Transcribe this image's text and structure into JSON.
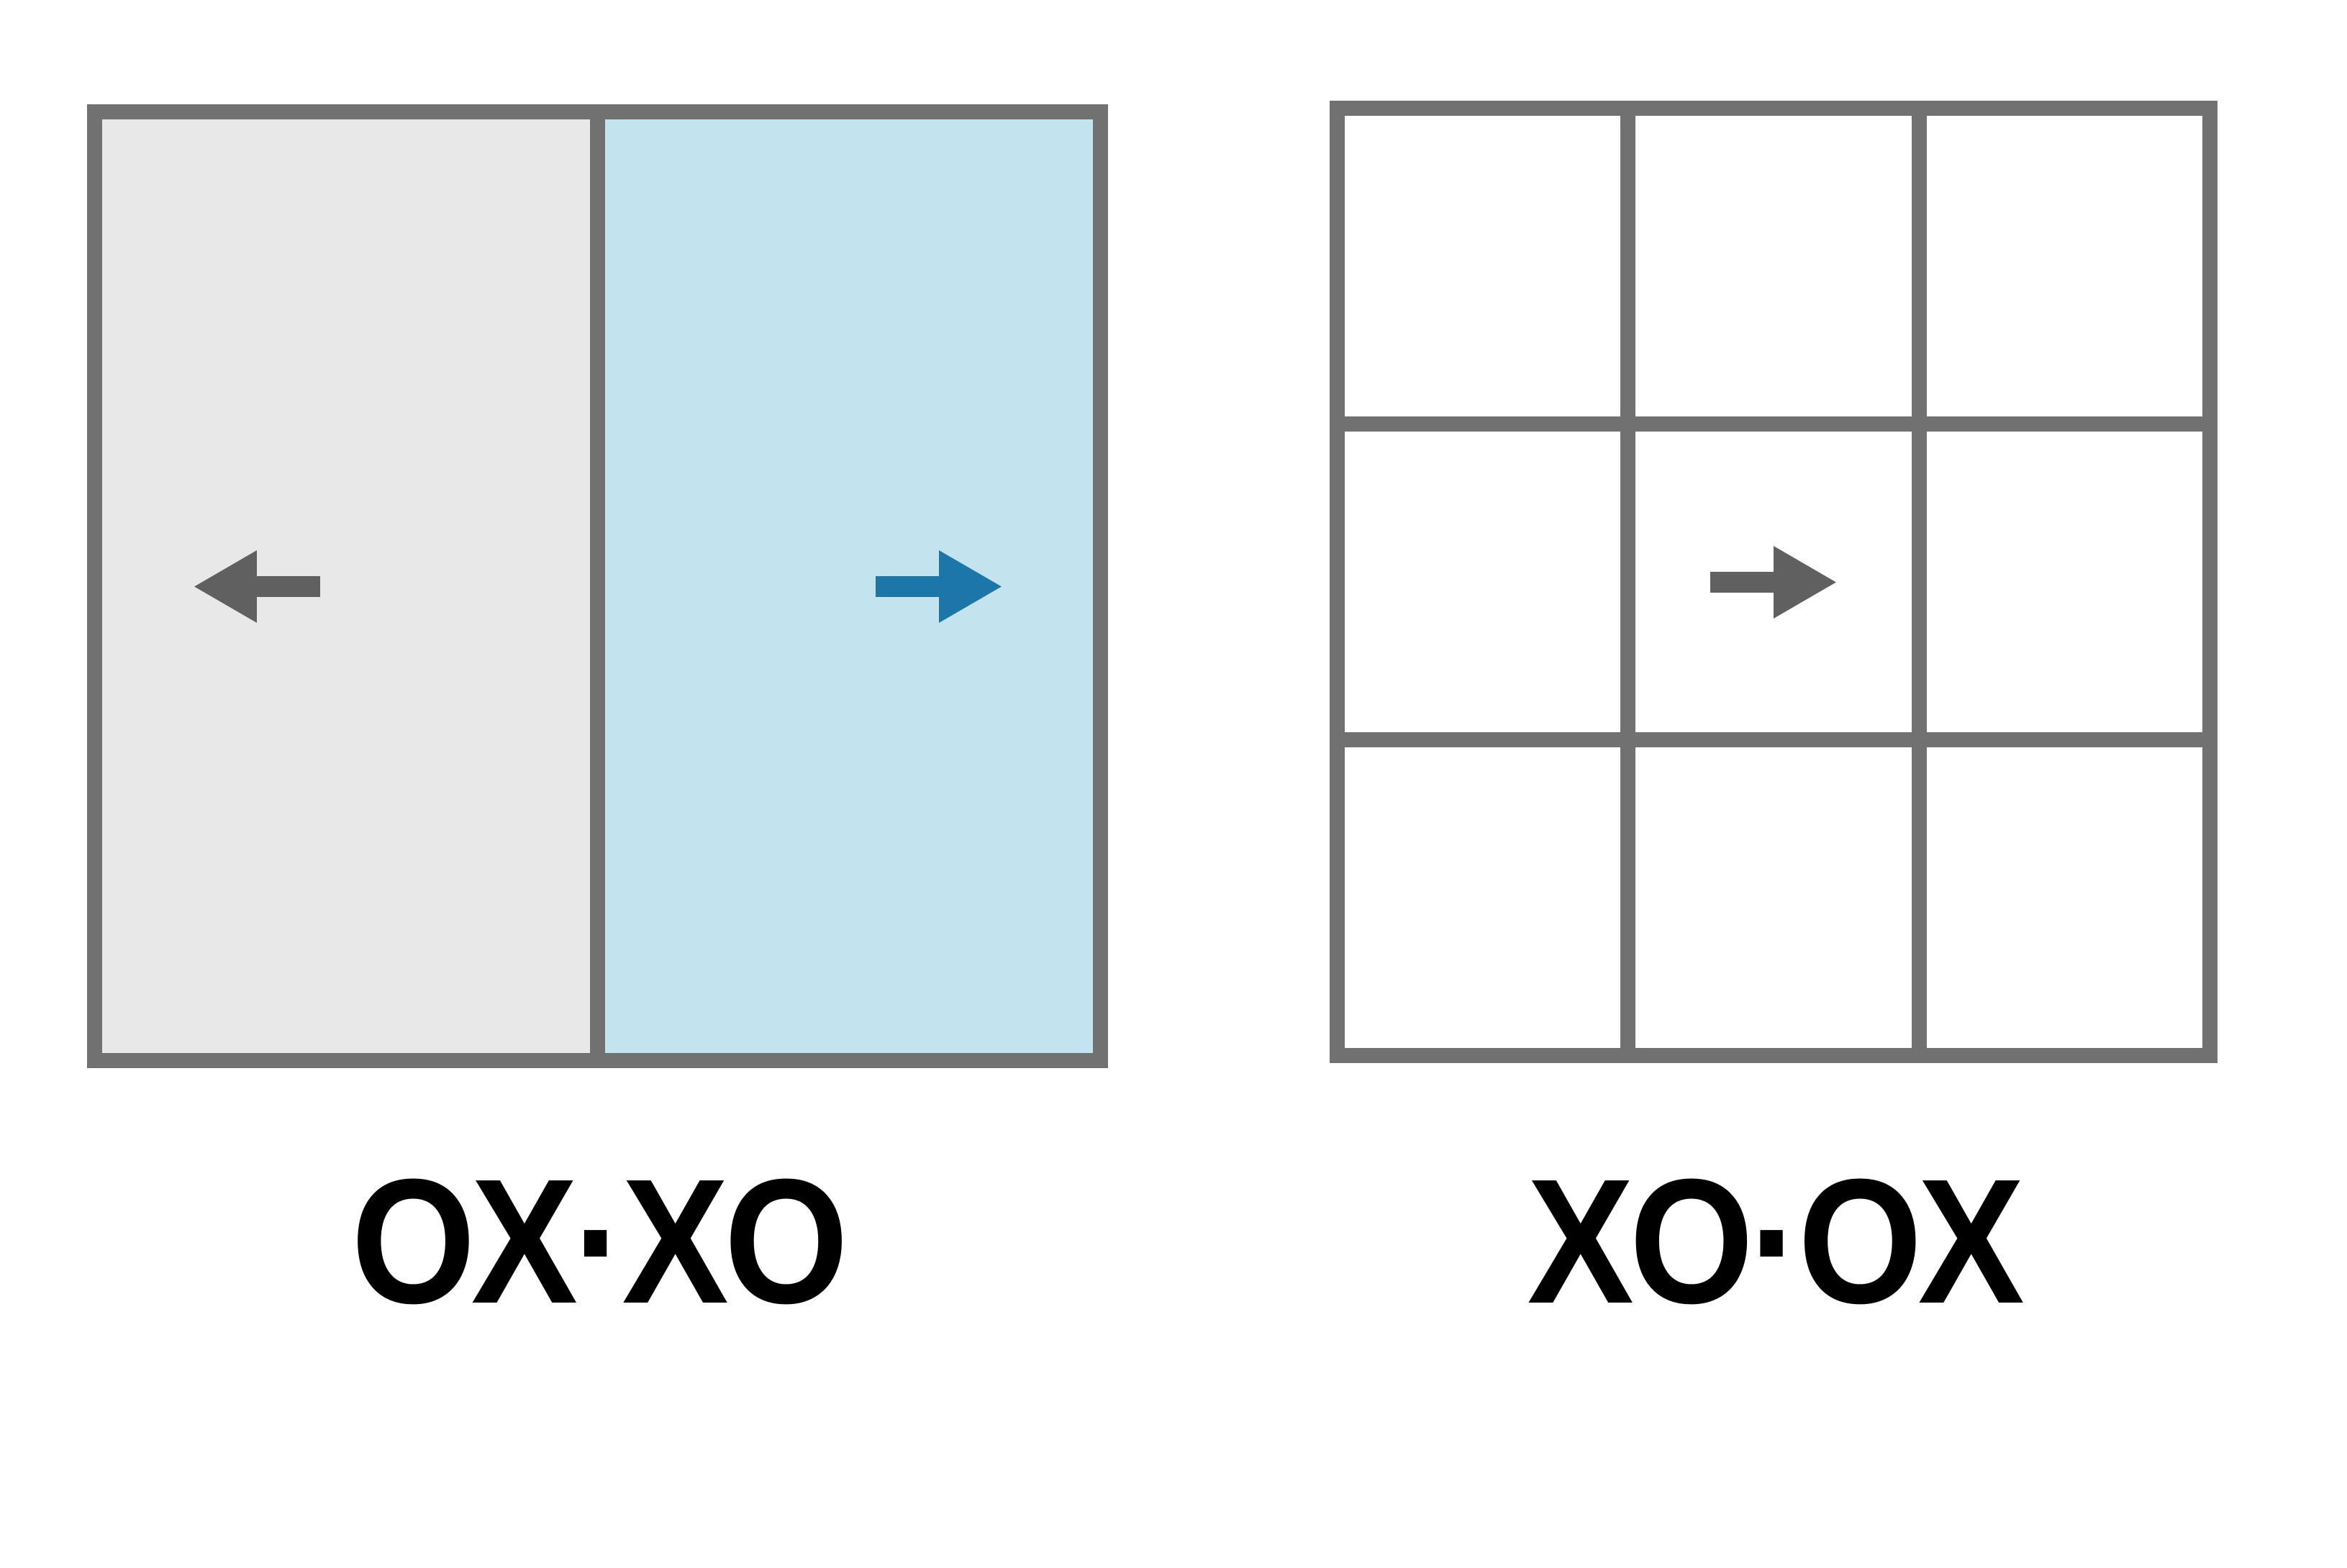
{
  "colors": {
    "background": "#ffffff",
    "outline_gray": "#717171",
    "panel_left_fill": "#e8e8e8",
    "panel_right_fill": "#c3e3ef",
    "arrow_gray": "#606060",
    "arrow_blue": "#1d76a8",
    "label_color": "#000000"
  },
  "figures": {
    "two_compartment": {
      "label": "OX·XO",
      "left_arrow": {
        "icon": "arrow-left-icon",
        "direction": "left",
        "color": "arrow_gray"
      },
      "right_arrow": {
        "icon": "arrow-right-icon",
        "direction": "right",
        "color": "arrow_blue"
      }
    },
    "grid": {
      "label": "XO·OX",
      "rows": 3,
      "cols": 3,
      "center_arrow": {
        "icon": "arrow-right-icon",
        "direction": "right",
        "color": "arrow_gray"
      }
    }
  }
}
